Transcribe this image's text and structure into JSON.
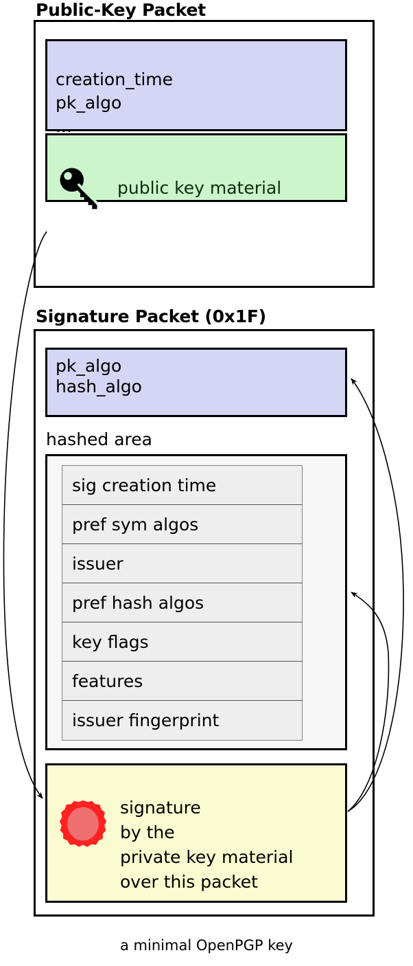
{
  "caption": "a minimal OpenPGP key",
  "colors": {
    "lavender": "#d5d5f5",
    "green": "#ccf5cc",
    "yellow": "#fbfbd1",
    "hashed_area_bg": "#f7f7f7",
    "subpacket_bg": "#eeeeee",
    "seal_ring": "#ff2222",
    "seal_fill": "#ee6f6f",
    "stroke": "#000000"
  },
  "public_key_packet": {
    "title": "Public-Key Packet",
    "meta_lines": "creation_time\npk_algo",
    "meta_dots": "...",
    "key_material": {
      "icon": "key-icon",
      "label": "public key material"
    }
  },
  "signature_packet": {
    "title": "Signature Packet (0x1F)",
    "meta_lines": "pk_algo\nhash_algo",
    "hashed_area": {
      "label": "hashed area",
      "subpackets": [
        "sig creation time",
        "pref sym algos",
        "issuer",
        "pref hash algos",
        "key flags",
        "features",
        "issuer fingerprint"
      ]
    },
    "signature": {
      "icon": "wax-seal-icon",
      "text": "signature\nby the\nprivate key material\nover this packet"
    }
  },
  "arrows": [
    {
      "name": "arrow-pubkey-to-signature",
      "from": "public-key-packet",
      "to": "signature-body"
    },
    {
      "name": "arrow-signature-to-sig-meta",
      "from": "signature-body",
      "to": "signature-packet-meta"
    },
    {
      "name": "arrow-signature-to-hashed-area",
      "from": "signature-body",
      "to": "hashed-area"
    }
  ]
}
